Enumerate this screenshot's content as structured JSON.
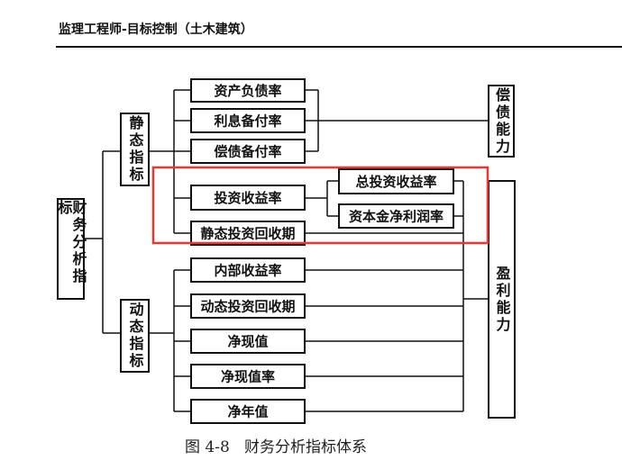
{
  "header": {
    "title": "监理工程师-目标控制（土木建筑）"
  },
  "diagram": {
    "root": "财务分析指标",
    "static_group": "静态指标",
    "dynamic_group": "动态指标",
    "static_items": [
      "资产负债率",
      "利息备付率",
      "偿债备付率",
      "投资收益率",
      "静态投资回收期"
    ],
    "investment_sub_items": [
      "总投资收益率",
      "资本金净利润率"
    ],
    "dynamic_items": [
      "内部收益率",
      "动态投资回收期",
      "净现值",
      "净现值率",
      "净年值"
    ],
    "solvency": "偿债能力",
    "profitability": "盈利能力",
    "highlight_color": "#e53935"
  },
  "caption": "图 4-8   财务分析指标体系"
}
